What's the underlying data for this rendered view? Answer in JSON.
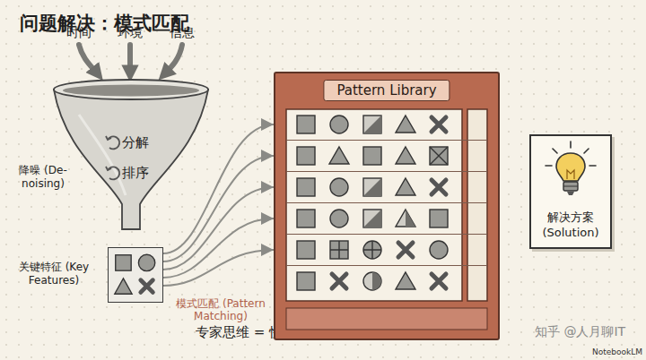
{
  "diagram": {
    "title": "问题解决：模式匹配",
    "caption": "专家思维 = 快速识别特征 + 调用已有模型",
    "nodes": [
      {
        "text": [
          "降噪 (De-noising)",
          "分解",
          "排序"
        ]
      },
      {
        "text": [
          "关键特征 (Key Features)"
        ]
      },
      {
        "text": [
          "Pattern Library"
        ]
      },
      {
        "text": [
          "解决方案 (Solution)"
        ]
      }
    ],
    "edges": [
      {
        "from": 1,
        "to": 2,
        "arrow": "to"
      },
      {
        "from": 1,
        "to": 2,
        "arrow": "to"
      },
      {
        "from": 1,
        "to": 2,
        "arrow": "to"
      },
      {
        "from": 1,
        "to": 2,
        "arrow": "to"
      },
      {
        "from": 1,
        "to": 2,
        "arrow": "to"
      }
    ],
    "labels": [
      "时间",
      "环境",
      "信息",
      "模式匹配 (Pattern Matching)",
      "知乎 @人月聊IT",
      "NotebookLM"
    ]
  }
}
